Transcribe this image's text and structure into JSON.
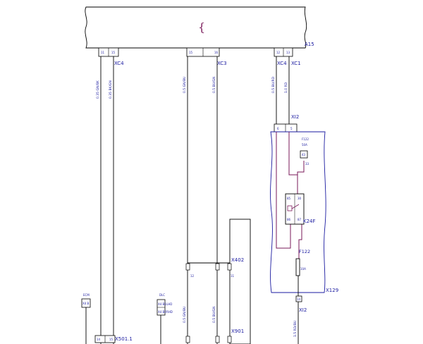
{
  "module": {
    "name": "A15",
    "symbol": "{"
  },
  "connectors": {
    "xc4_top": "XC4",
    "xc3": "XC3",
    "xc4_right": "XC4",
    "xc1": "XC1",
    "xi2_top": "XI2",
    "x129": "X129",
    "xi2_bottom": "XI2",
    "x402": "X402",
    "x901": "X901",
    "x501": "X501.1"
  },
  "pins": {
    "xc4_a": "11",
    "xc4_b": "15",
    "xc3_a": "15",
    "xc3_b": "16",
    "xc4r": "12",
    "xc1": "13",
    "xi2_a": "6",
    "xi2_b": "5",
    "relay_85": "85",
    "relay_86": "86",
    "relay_30": "30",
    "relay_87": "87",
    "x402_a": "12",
    "x402_b": "11",
    "xi2_bottom": "14",
    "x501_a": "14",
    "x501_b": "15"
  },
  "wires": {
    "w1": "0.35 GN/BK",
    "w2": "0.35 BK/GN",
    "w3": "0.5 GN/BU",
    "w4": "0.5 BU/GN",
    "w5": "0.5 BU/RD",
    "w6": "1.0 RD",
    "w7": "0.5 GN/BU",
    "w8": "0.5 BU/GN",
    "w9": "1.5 RD/BU"
  },
  "fuses": {
    "f122_top": "F122",
    "f122_top_rating": "50A",
    "f122_box": "43",
    "f122_pin": "33",
    "f122": "F122",
    "f122_rating": "10A"
  },
  "relay": {
    "name": "K24F"
  },
  "components": {
    "ecm": "ECM",
    "ecm_box": "X4 B",
    "dlc": "DLC",
    "dlc_box1": "X4 B1",
    "dlc_box2": "X4 B2",
    "dlc_side1": "LHD",
    "dlc_side2": "RHD"
  },
  "colors": {
    "line": "#1a1aa0",
    "harness": "#7a1a5a",
    "ink": "#000000"
  }
}
